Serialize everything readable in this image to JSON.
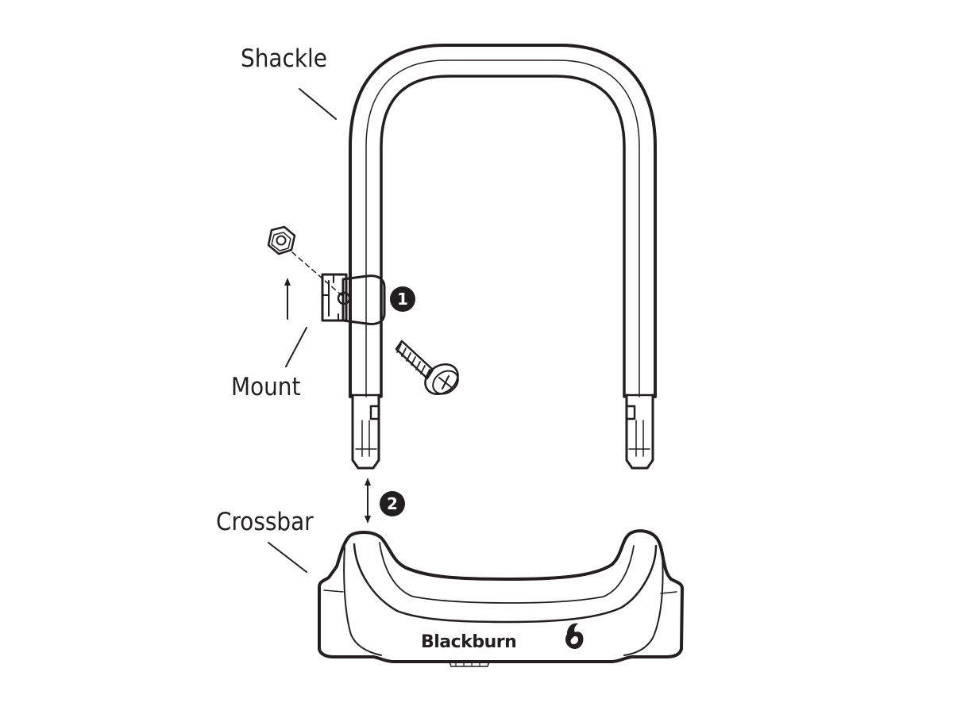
{
  "labels": {
    "shackle": "Shackle",
    "mount": "Mount",
    "crossbar": "Crossbar"
  },
  "steps": [
    "1",
    "2"
  ],
  "brand": "Blackburn",
  "colors": {
    "ink": "#231f20",
    "background": "#ffffff"
  }
}
